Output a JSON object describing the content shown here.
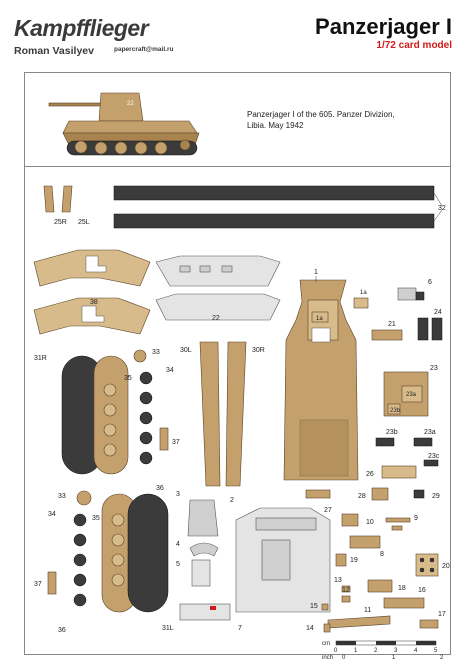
{
  "header": {
    "brand": "Kampfflieger",
    "author": "Roman Vasilyev",
    "email": "papercraft@mail.ru",
    "title": "Panzerjager I",
    "scale": "1/72 card model"
  },
  "caption": {
    "line1": "Panzerjager I of the 605. Panzer Divizion,",
    "line2": "Libia. May 1942"
  },
  "tank_marking": "22",
  "parts": {
    "p1": "1",
    "p1a": "1a",
    "p1a_inner": "1a",
    "p2": "2",
    "p3": "3",
    "p4": "4",
    "p5": "5",
    "p6": "6",
    "p7": "7",
    "p8": "8",
    "p9": "9",
    "p10": "10",
    "p11": "11",
    "p12": "12",
    "p13": "13",
    "p14": "14",
    "p15": "15",
    "p16": "16",
    "p17": "17",
    "p18": "18",
    "p19": "19",
    "p20": "20",
    "p21": "21",
    "p22": "22",
    "p23": "23",
    "p23a": "23a",
    "p23b": "23b",
    "p23c": "23c",
    "p24": "24",
    "p25r": "25R",
    "p25l": "25L",
    "p26": "26",
    "p27": "27",
    "p28": "28",
    "p29": "29",
    "p30l": "30L",
    "p30r": "30R",
    "p31r": "31R",
    "p31l": "31L",
    "p32": "32",
    "p33": "33",
    "p33b": "33",
    "p34": "34",
    "p34b": "34",
    "p35": "35",
    "p35b": "35",
    "p36": "36",
    "p36b": "36",
    "p37": "37",
    "p37b": "37",
    "p38": "38"
  },
  "ruler": {
    "unit_cm": "cm",
    "unit_inch": "inch",
    "cm_ticks": [
      "0",
      "1",
      "2",
      "3",
      "4",
      "5"
    ],
    "inch_ticks": [
      "0",
      "1",
      "2"
    ]
  },
  "colors": {
    "tan": "#c4a06c",
    "grey": "#cfcfcf",
    "track": "#2f2f2f",
    "accent": "#d11a1a"
  }
}
